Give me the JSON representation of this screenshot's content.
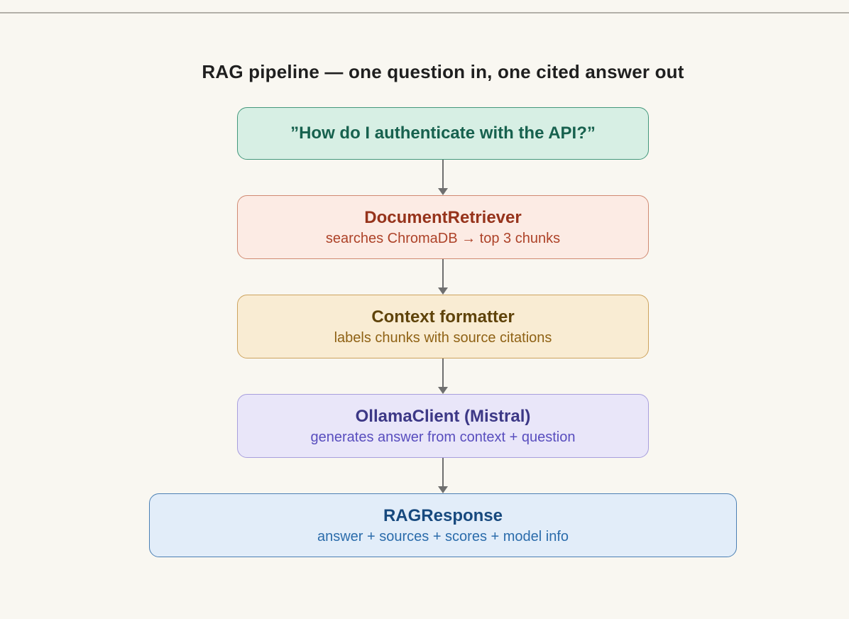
{
  "colors": {
    "page_bg": "#f9f7f1",
    "top_rule": "#b3b0a9",
    "title_text": "#1f1f1f",
    "arrow": "#6f6f6f"
  },
  "title": "RAG pipeline — one question in, one cited answer out",
  "nodes": [
    {
      "id": "user-question",
      "title": "”How do I authenticate with the API?”",
      "bg": "#d7efe4",
      "border": "#44987c",
      "title_color": "#17614e"
    },
    {
      "id": "document-retriever",
      "title": "DocumentRetriever",
      "subtitle": "searches ChromaDB → top 3 chunks",
      "bg": "#fcebe4",
      "border": "#d08a72",
      "title_color": "#96331b",
      "subtitle_color": "#ad4228"
    },
    {
      "id": "context-formatter",
      "title": "Context formatter",
      "subtitle": "labels chunks with source citations",
      "bg": "#f9ecd3",
      "border": "#cda35e",
      "title_color": "#5f430a",
      "subtitle_color": "#8f6215"
    },
    {
      "id": "ollama-client",
      "title": "OllamaClient (Mistral)",
      "subtitle": "generates answer from context + question",
      "bg": "#e9e6f9",
      "border": "#a89fdd",
      "title_color": "#3c3886",
      "subtitle_color": "#584dbe"
    },
    {
      "id": "rag-response",
      "title": "RAGResponse",
      "subtitle": "answer + sources + scores + model info",
      "bg": "#e2edf9",
      "border": "#4c80b4",
      "title_color": "#17497e",
      "subtitle_color": "#2b6cab"
    }
  ]
}
